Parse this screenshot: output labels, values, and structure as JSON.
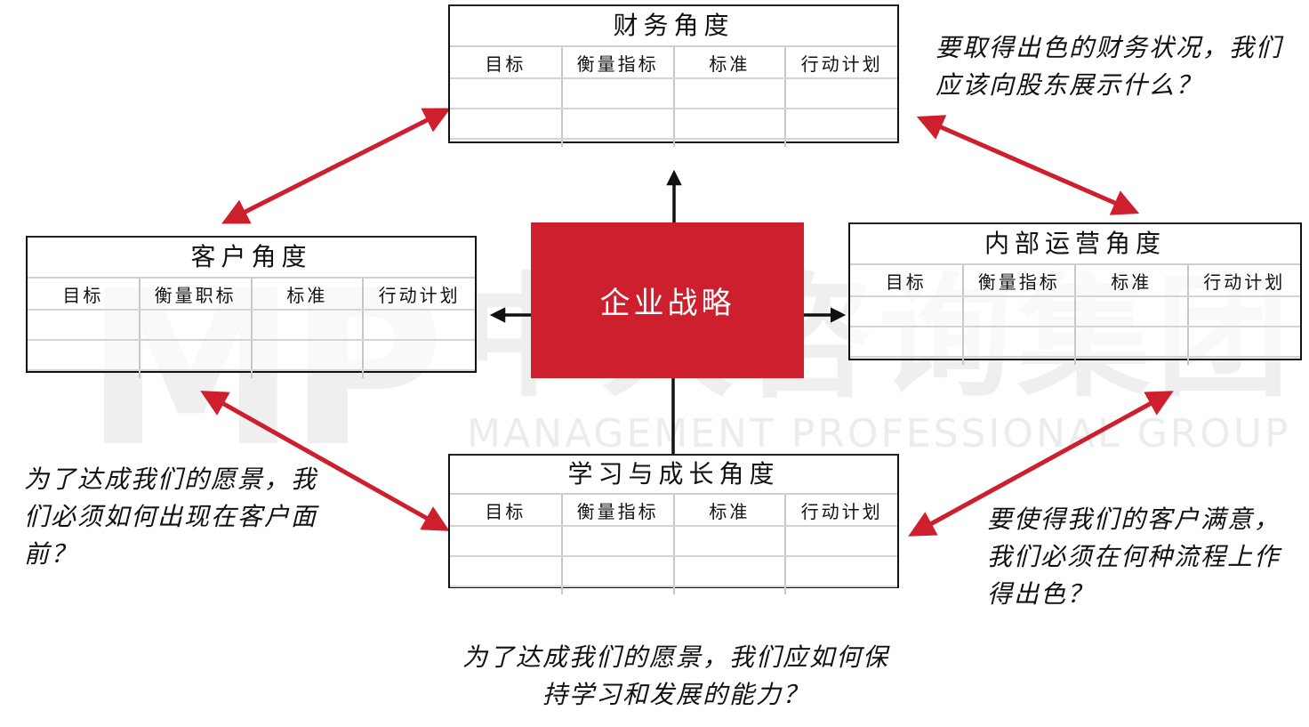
{
  "watermark": {
    "logo": "MP",
    "company_cn": "中大咨询集团",
    "company_en": "MANAGEMENT PROFESSIONAL GROUP"
  },
  "colors": {
    "strategy_fill": "#cd1f2d",
    "relation_arrow": "#cd1f2d",
    "flow_arrow": "#111111"
  },
  "center": {
    "label": "企业战略"
  },
  "perspectives": {
    "financial": {
      "title": "财务角度",
      "columns": [
        "目标",
        "衡量指标",
        "标准",
        "行动计划"
      ],
      "rows": [
        [
          "",
          "",
          "",
          ""
        ],
        [
          "",
          "",
          "",
          ""
        ]
      ]
    },
    "customer": {
      "title": "客户角度",
      "columns": [
        "目标",
        "衡量职标",
        "标准",
        "行动计划"
      ],
      "rows": [
        [
          "",
          "",
          "",
          ""
        ],
        [
          "",
          "",
          "",
          ""
        ]
      ]
    },
    "internal": {
      "title": "内部运营角度",
      "columns": [
        "目标",
        "衡量指标",
        "标准",
        "行动计划"
      ],
      "rows": [
        [
          "",
          "",
          "",
          ""
        ],
        [
          "",
          "",
          "",
          ""
        ]
      ]
    },
    "learning": {
      "title": "学习与成长角度",
      "columns": [
        "目标",
        "衡量指标",
        "标准",
        "行动计划"
      ],
      "rows": [
        [
          "",
          "",
          "",
          ""
        ],
        [
          "",
          "",
          "",
          ""
        ]
      ]
    }
  },
  "questions": {
    "financial": "要取得出色的财务状况，我们应该向股东展示什么？",
    "customer": "为了达成我们的愿景，我们必须如何出现在客户面前？",
    "internal": "要使得我们的客户满意，我们必须在何种流程上作得出色？",
    "learning": "为了达成我们的愿景，我们应如何保持学习和发展的能力？"
  }
}
